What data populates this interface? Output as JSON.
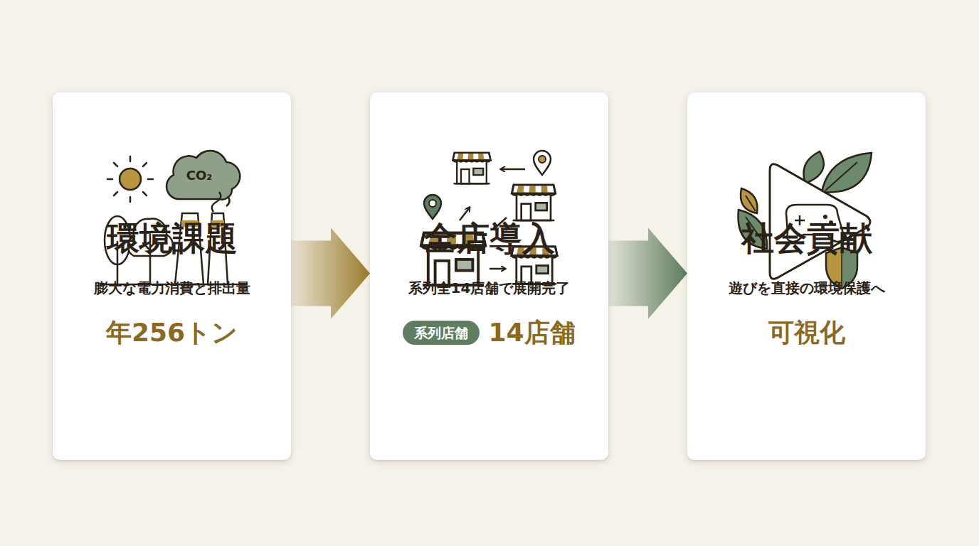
{
  "diagram": {
    "nodes": [
      {
        "text": [
          "環境課題",
          "膨大な電力消費と排出量",
          "年256トン"
        ]
      },
      {
        "text": [
          "全店導入",
          "系列全14店舗で展開完了",
          "14店舗"
        ]
      },
      {
        "text": [
          "系列店舗"
        ],
        "in": 1
      },
      {
        "text": [
          "社会貢献",
          "遊びを直接の環境保護へ",
          "可視化"
        ]
      }
    ],
    "edges": [
      {
        "from": 0,
        "to": 1,
        "arrow": "to"
      },
      {
        "from": 1,
        "to": 3,
        "arrow": "to"
      }
    ],
    "labels": [
      "CO₂"
    ]
  }
}
